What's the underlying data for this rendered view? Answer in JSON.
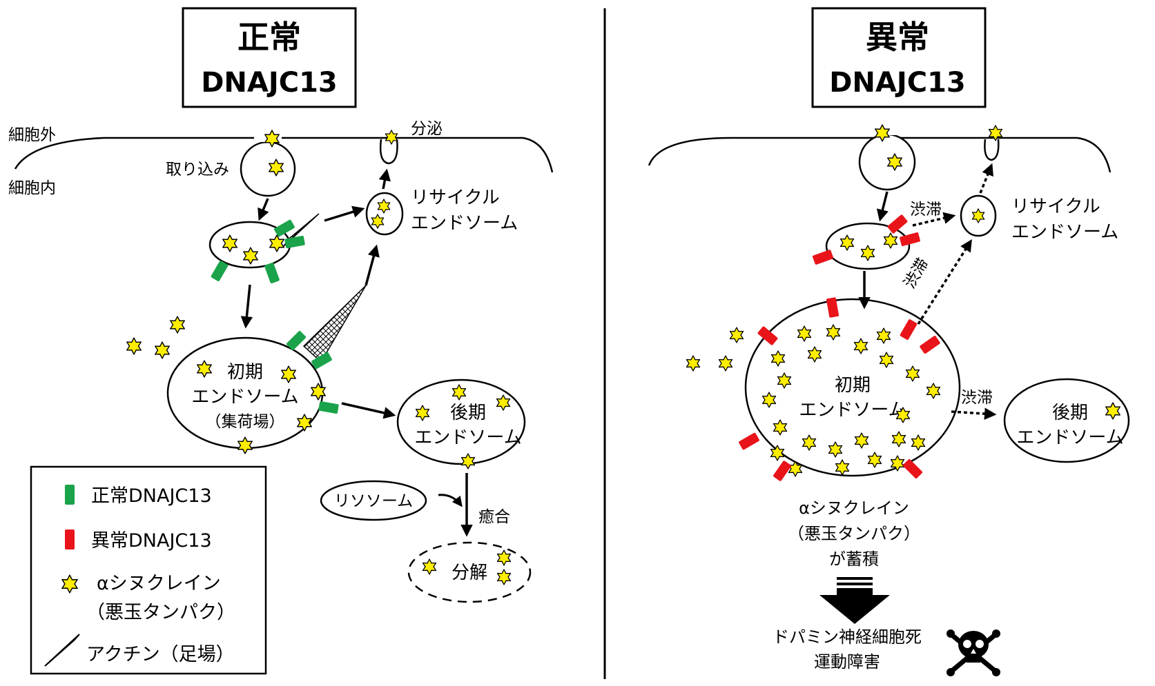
{
  "left_panel": {
    "title_line1": "正常",
    "title_line2": "DNAJC13",
    "extracellular": "細胞外",
    "intracellular": "細胞内",
    "uptake": "取り込み",
    "secretion": "分泌",
    "recycling_line1": "リサイクル",
    "recycling_line2": "エンドソーム",
    "early_line1": "初期",
    "early_line2": "エンドソーム",
    "early_line3": "（集荷場）",
    "late_line1": "後期",
    "late_line2": "エンドソーム",
    "lysosome": "リソソーム",
    "fusion": "癒合",
    "degradation": "分解"
  },
  "right_panel": {
    "title_line1": "異常",
    "title_line2": "DNAJC13",
    "stagnation": "渋滞",
    "recycling_line1": "リサイクル",
    "recycling_line2": "エンドソーム",
    "early_line1": "初期",
    "early_line2": "エンドソーム",
    "late_line1": "後期",
    "late_line2": "エンドソーム",
    "accum_line1": "αシヌクレイン",
    "accum_line2": "（悪玉タンパク）",
    "accum_line3": "が蓄積",
    "outcome_line1": "ドパミン神経細胞死",
    "outcome_line2": "運動障害"
  },
  "legend": {
    "normal": "正常DNAJC13",
    "abnormal": "異常DNAJC13",
    "asyn_line1": "αシヌクレイン",
    "asyn_line2": "（悪玉タンパク）",
    "actin": "アクチン（足場）"
  },
  "colors": {
    "normal_protein": "#1aa34a",
    "abnormal_protein": "#e8141a",
    "alpha_synuclein": "#ffee00"
  },
  "icons": [
    "alpha-synuclein-star-icon",
    "actin-filament-icon",
    "skull-crossbones-icon",
    "down-arrow-icon"
  ]
}
